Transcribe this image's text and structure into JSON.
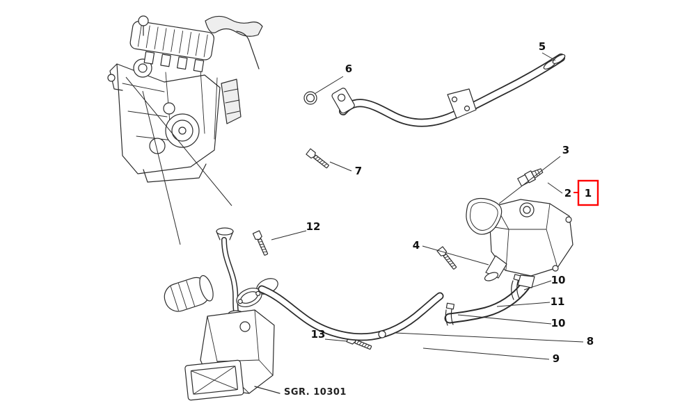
{
  "colors": {
    "highlight": "#ff0000",
    "line": "#2b2b2b",
    "background": "#ffffff"
  },
  "figure": {
    "sgr_label": "SGR. 10301",
    "callouts": {
      "c1": {
        "label": "1",
        "highlighted": true
      },
      "c2": {
        "label": "2"
      },
      "c3": {
        "label": "3"
      },
      "c4": {
        "label": "4"
      },
      "c5": {
        "label": "5"
      },
      "c6": {
        "label": "6"
      },
      "c7": {
        "label": "7"
      },
      "c8": {
        "label": "8"
      },
      "c9": {
        "label": "9"
      },
      "c10a": {
        "label": "10"
      },
      "c10b": {
        "label": "10"
      },
      "c11": {
        "label": "11"
      },
      "c12": {
        "label": "12"
      },
      "c13": {
        "label": "13"
      }
    }
  }
}
